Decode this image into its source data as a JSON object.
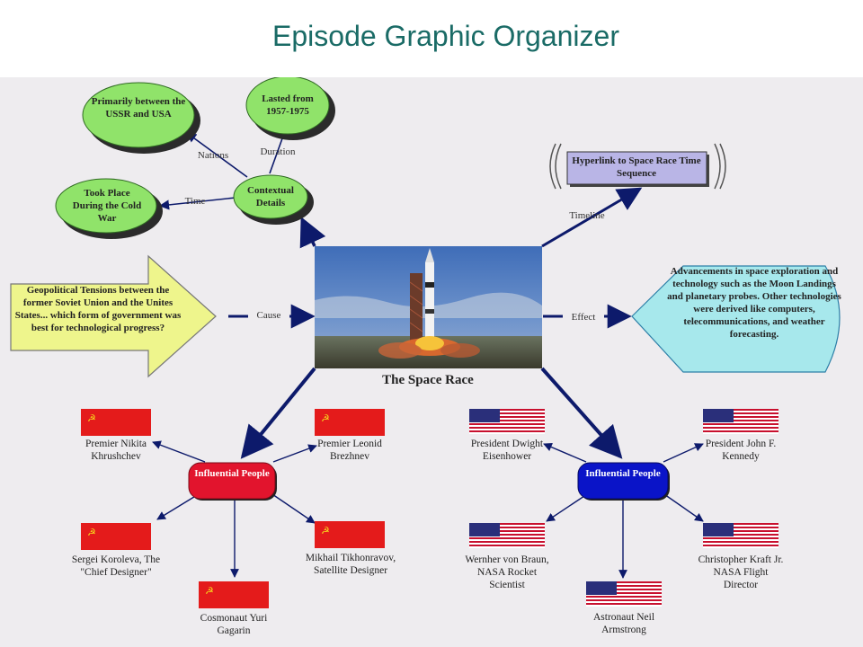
{
  "slide": {
    "title": "Episode Graphic Organizer"
  },
  "center": {
    "label": "The Space Race"
  },
  "context": {
    "hub": "Contextual Details",
    "nations": {
      "edge": "Nations",
      "text": "Primarily between the USSR and USA"
    },
    "duration": {
      "edge": "Duration",
      "text": "Lasted from 1957-1975"
    },
    "time": {
      "edge": "Time",
      "text": "Took Place During the Cold War"
    }
  },
  "timeline": {
    "edge": "Timeline",
    "text": "Hyperlink to Space Race Time Sequence"
  },
  "cause": {
    "edge": "Cause",
    "text": "Geopolitical Tensions between the former Soviet Union and the Unites States... which form of government was best for technological progress?"
  },
  "effect": {
    "edge": "Effect",
    "text": "Advancements in space exploration and technology such as the Moon Landings and planetary probes. Other technologies were derived like computers, telecommunications, and weather forecasting."
  },
  "ussr": {
    "hub": "Influential People",
    "hub_color": "#e2142d",
    "people": [
      {
        "name": "Premier Nikita Khrushchev"
      },
      {
        "name": "Premier Leonid Brezhnev"
      },
      {
        "name": "Sergei Koroleva, The \"Chief Designer\""
      },
      {
        "name": "Mikhail Tikhonravov, Satellite Designer"
      },
      {
        "name": "Cosmonaut Yuri Gagarin"
      }
    ]
  },
  "usa": {
    "hub": "Influential People",
    "hub_color": "#0a14c8",
    "people": [
      {
        "name": "President Dwight Eisenhower"
      },
      {
        "name": "President John F. Kennedy"
      },
      {
        "name": "Wernher von Braun, NASA Rocket Scientist"
      },
      {
        "name": "Christopher Kraft Jr. NASA Flight Director"
      },
      {
        "name": "Astronaut Neil Armstrong"
      }
    ]
  },
  "colors": {
    "title": "#1a6b66",
    "background": "#eeecef",
    "bubble": "#90e36a",
    "cause": "#eef58c",
    "effect": "#a7e8ec",
    "timeline": "#b9b5e6",
    "arrow": "#0d1a6b",
    "ussr_flag": "#e41b1b"
  }
}
